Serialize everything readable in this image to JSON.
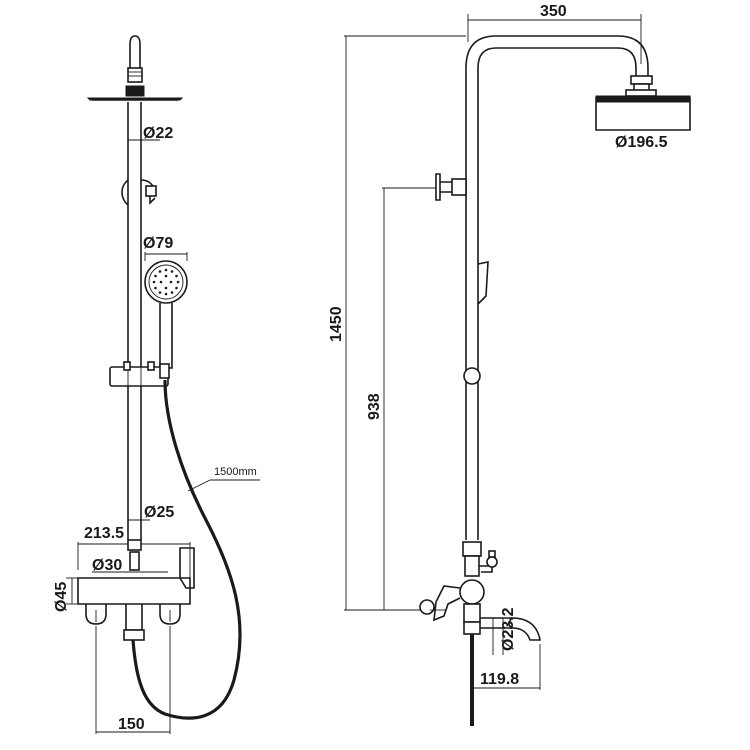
{
  "dimensions": {
    "head_arm_width": "350",
    "head_diameter": "Ø196.5",
    "overall_height": "1450",
    "holder_height": "938",
    "outlet_diameter": "Ø23.2",
    "outlet_projection": "119.8",
    "rail_diameter_top": "Ø22",
    "hand_shower_diameter": "Ø79",
    "hose_length": "1500mm",
    "rail_diameter_bottom": "Ø25",
    "mixer_length": "213.5",
    "mixer_body_diameter": "Ø30",
    "mixer_height": "Ø45",
    "inlet_spacing": "150"
  },
  "colors": {
    "line": "#1a1a1a",
    "background": "#ffffff"
  }
}
